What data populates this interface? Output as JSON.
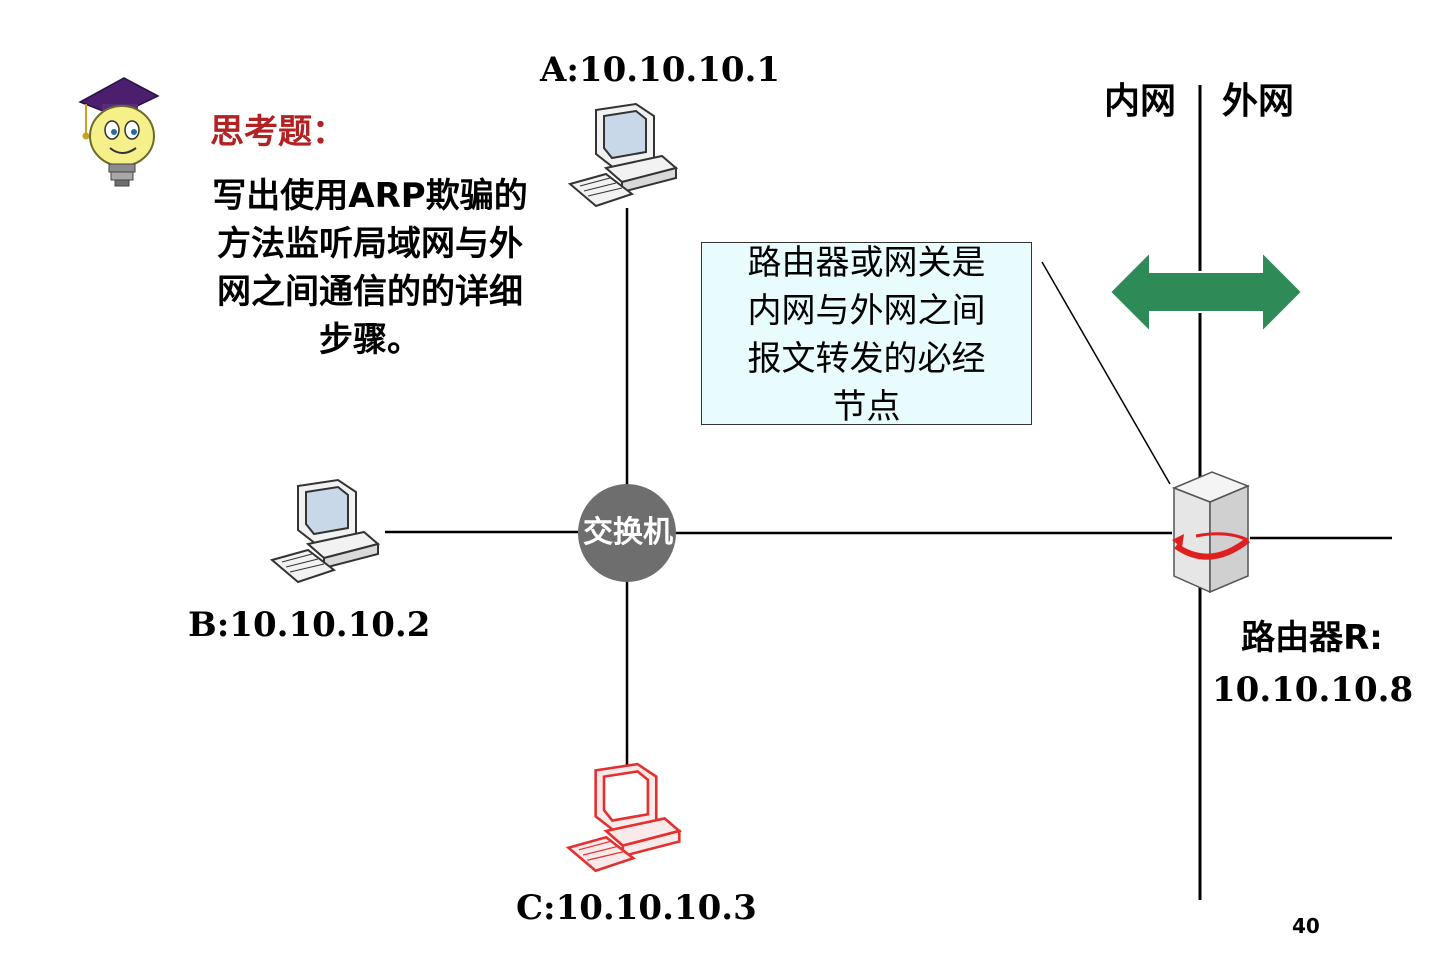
{
  "question": {
    "title": "思考题：",
    "lines": [
      "写出使用ARP欺骗的",
      "方法监听局域网与外",
      "网之间通信的的详细",
      "步骤。"
    ]
  },
  "hosts": {
    "a": "A:10.10.10.1",
    "b": "B:10.10.10.2",
    "c": "C:10.10.10.3"
  },
  "switch_label": "交换机",
  "note": {
    "lines": [
      "路由器或网关是",
      "内网与外网之间",
      "报文转发的必经",
      "节点"
    ]
  },
  "zones": {
    "inner": "内网",
    "outer": "外网"
  },
  "router": {
    "name": "路由器R:",
    "ip": "10.10.10.8"
  },
  "page_number": "40",
  "colors": {
    "arrow": "#2e8b57",
    "switch": "#6e6e6e",
    "host_c": "#e53030",
    "title": "#b22222",
    "note_bg": "#e8fbfd"
  },
  "icons": [
    "graduate-bulb-icon",
    "computer-icon",
    "router-icon",
    "double-arrow-icon"
  ]
}
